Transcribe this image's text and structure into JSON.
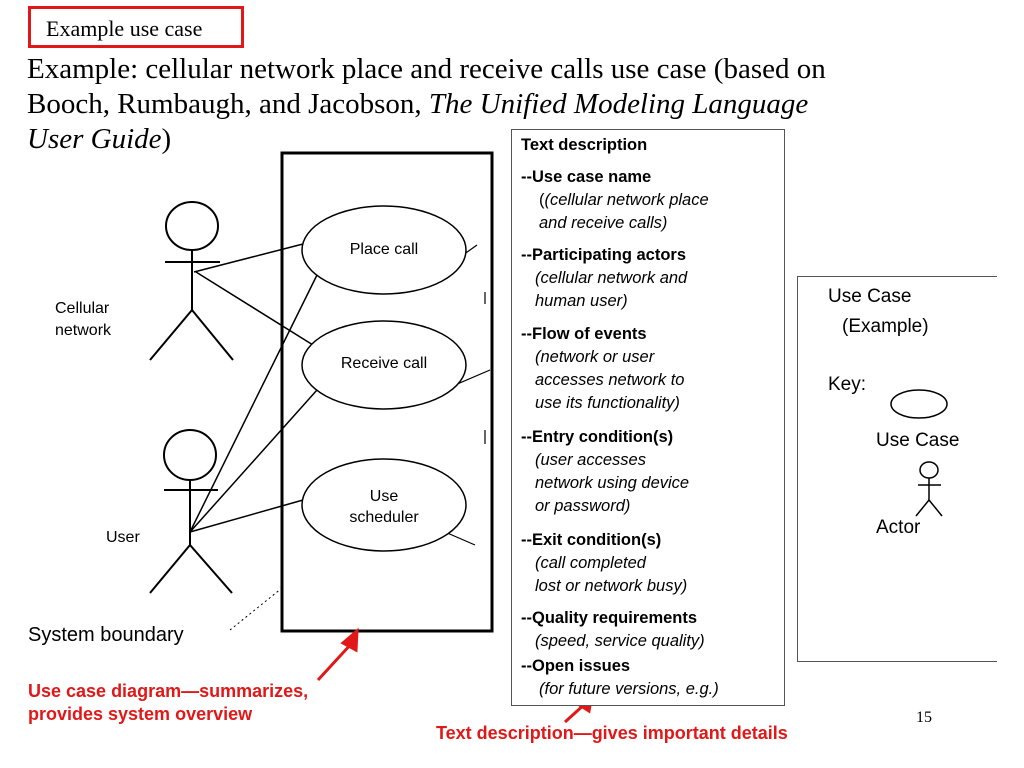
{
  "tag": "Example use case",
  "title": {
    "line1": "Example: cellular network place and receive calls use case  (based on",
    "line2_plain": "Booch, Rumbaugh, and Jacobson, ",
    "line2_italic": "The Unified Modeling Language",
    "line3_italic": "User Guide",
    "line3_tail": ")"
  },
  "diagram": {
    "actor_cellular": "Cellular\nnetwork",
    "actor_user": "User",
    "use_cases": [
      "Place call",
      "Receive call",
      "Use\nscheduler"
    ],
    "system_boundary": "System boundary"
  },
  "text_description": {
    "heading": "Text description",
    "sections": [
      {
        "label": "--Use case name",
        "detail": [
          "(cellular network place",
          "and receive calls)"
        ]
      },
      {
        "label": "--Participating actors",
        "detail": [
          "(cellular network and",
          "human user)"
        ]
      },
      {
        "label": "--Flow of events",
        "detail": [
          "(network or user",
          "accesses network to",
          "use its functionality)"
        ]
      },
      {
        "label": "--Entry condition(s)",
        "detail": [
          "(user accesses",
          "network using device",
          "or password)"
        ]
      },
      {
        "label": "--Exit condition(s)",
        "detail": [
          "(call completed",
          "lost or network busy)"
        ]
      },
      {
        "label": "--Quality requirements",
        "detail": [
          "(speed, service quality)"
        ]
      },
      {
        "label": "--Open issues",
        "detail": [
          "(for future versions, e.g.)"
        ]
      }
    ]
  },
  "key_panel": {
    "title1": "Use Case",
    "title2": "(Example)",
    "key_label": "Key:",
    "use_case_label": "Use Case",
    "actor_label": "Actor"
  },
  "captions": {
    "diagram_caption_1": "Use case diagram—summarizes,",
    "diagram_caption_2": "provides system overview",
    "text_caption": "Text description—gives important details"
  },
  "page_number": "15",
  "colors": {
    "accent_red": "#e01818",
    "ink": "#000000",
    "frame": "#555555"
  }
}
